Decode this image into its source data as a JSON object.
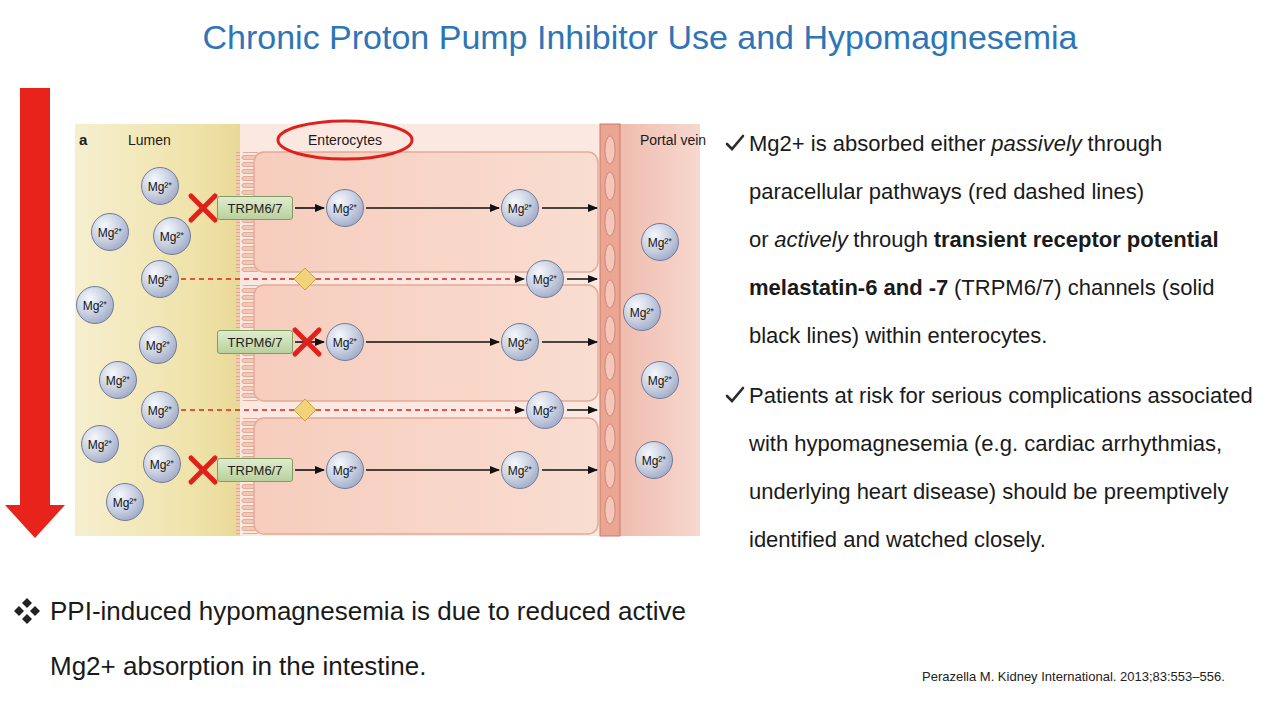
{
  "diagram": {
    "title": "Chronic Proton Pump Inhibitor Use and Hypomagnesemia",
    "nodes": [
      {
        "text": [
          "Enterocytes"
        ]
      },
      {
        "text": [
          "Mg²⁺"
        ]
      },
      {
        "text": [
          "Mg²⁺"
        ]
      },
      {
        "text": [
          "Mg²⁺"
        ]
      },
      {
        "text": [
          "Mg²⁺"
        ]
      },
      {
        "text": [
          "Mg²⁺"
        ]
      },
      {
        "text": [
          "Mg²⁺"
        ]
      },
      {
        "text": [
          "Mg²⁺"
        ]
      },
      {
        "text": [
          "Mg²⁺"
        ]
      },
      {
        "text": [
          "Mg²⁺"
        ]
      },
      {
        "text": [
          "Mg²⁺"
        ]
      },
      {
        "text": [
          "Mg²⁺"
        ]
      },
      {
        "text": [
          "TRPM6/7"
        ]
      },
      {
        "text": [
          "TRPM6/7"
        ]
      },
      {
        "text": [
          "TRPM6/7"
        ]
      },
      {
        "text": [
          "Mg²⁺"
        ]
      },
      {
        "text": [
          "Mg²⁺"
        ]
      },
      {
        "text": [
          "Mg²⁺"
        ]
      },
      {
        "text": [
          "Mg²⁺"
        ]
      },
      {
        "text": [
          "Mg²⁺"
        ]
      },
      {
        "text": [
          "Mg²⁺"
        ]
      },
      {
        "text": [
          "Mg²⁺"
        ]
      },
      {
        "text": [
          "Mg²⁺"
        ]
      },
      {
        "text": [
          "Mg²⁺"
        ]
      },
      {
        "text": [
          "Mg²⁺"
        ]
      },
      {
        "text": [
          "Mg²⁺"
        ]
      },
      {
        "text": [
          "Mg²⁺"
        ]
      }
    ],
    "edges": [
      {
        "from": 12,
        "to": 15,
        "arrow": "to"
      },
      {
        "from": 13,
        "to": 16,
        "arrow": "to"
      },
      {
        "from": 14,
        "to": 17,
        "arrow": "to"
      },
      {
        "from": 15,
        "to": 18,
        "arrow": "to"
      },
      {
        "from": 16,
        "to": 19,
        "arrow": "to"
      },
      {
        "from": 17,
        "to": 20,
        "arrow": "to"
      },
      {
        "from": 4,
        "to": 21,
        "arrow": "to"
      },
      {
        "from": 8,
        "to": 22,
        "arrow": "to"
      }
    ],
    "labels": [
      "a",
      "Lumen",
      "Portal vein",
      "Mg2+ is absorbed either",
      "passively",
      "through paracellular pathways (red dashed lines) or",
      "actively",
      "through",
      "transient receptor potential melastatin-6 and -7",
      "(TRPM6/7) channels (solid black lines) within enterocytes.",
      "Patients at risk for serious complications associated with hypomagnesemia (e.g. cardiac arrhythmias, underlying heart disease) should be preemptively identified and watched closely.",
      "PPI-induced hypomagnesemia is due to reduced active Mg2+ absorption in the intestine.",
      "Perazella M. Kidney International. 2013;83:553–556."
    ]
  }
}
